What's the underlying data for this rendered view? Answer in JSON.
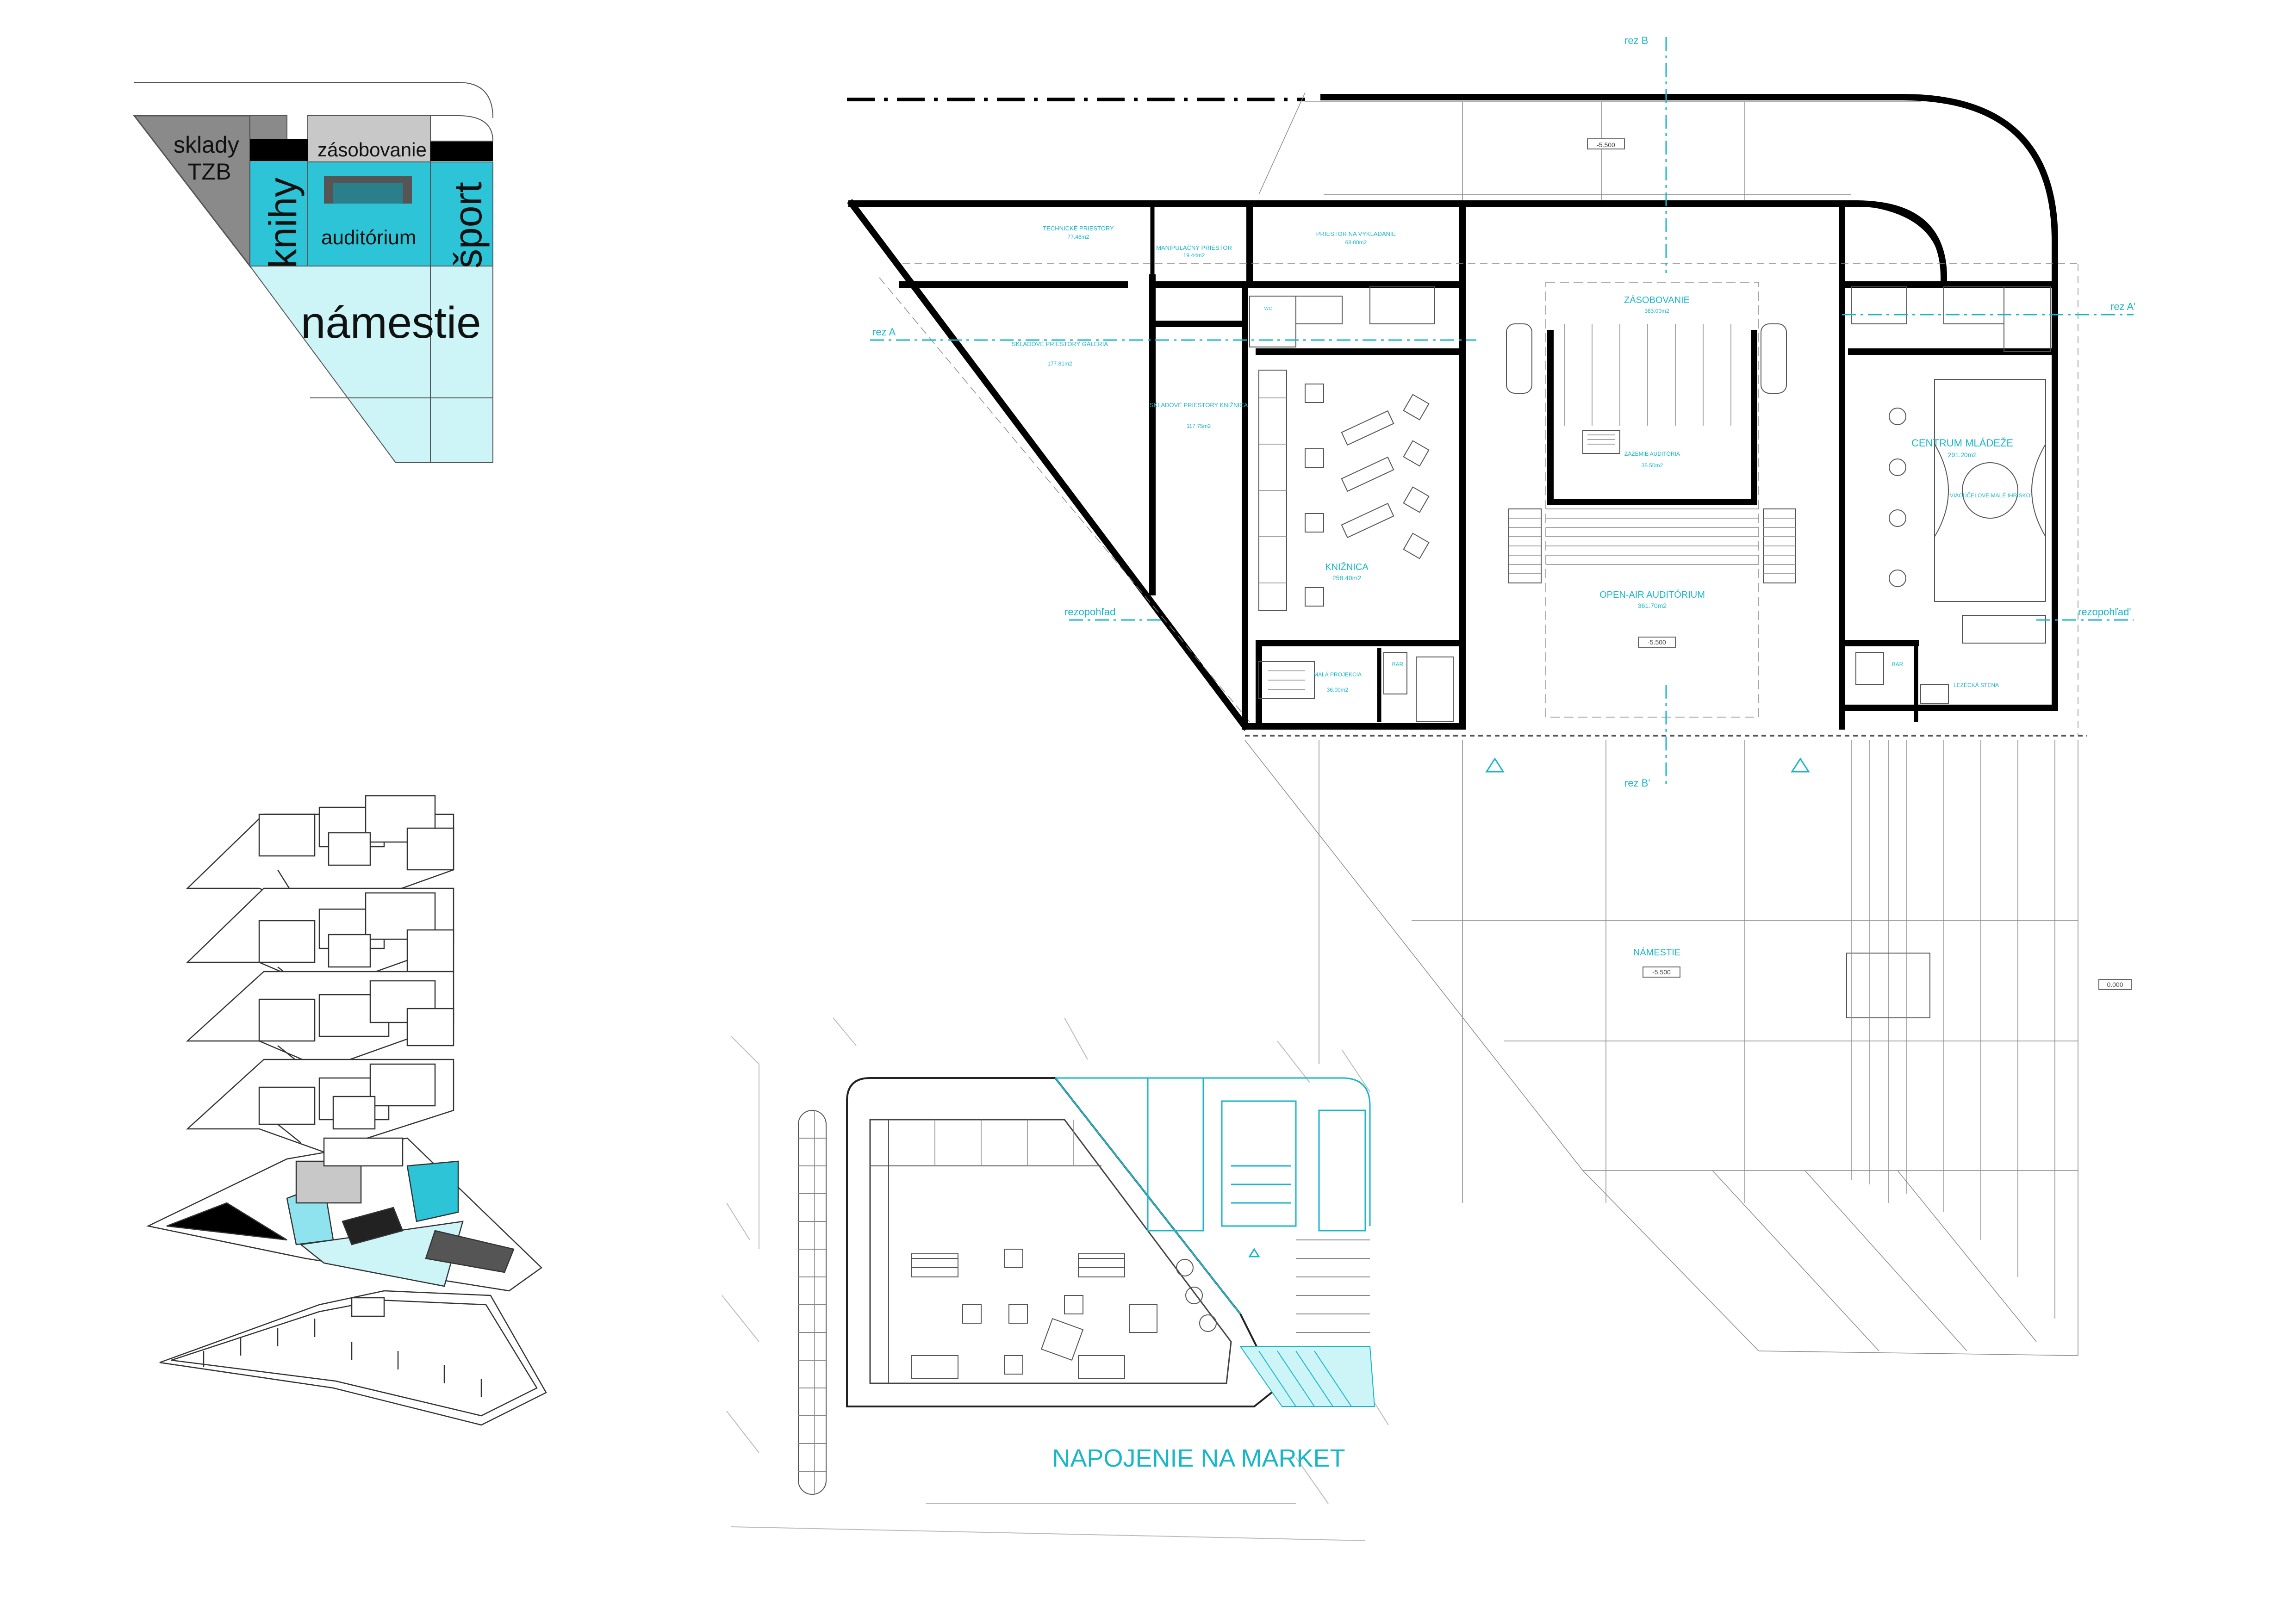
{
  "diagram": {
    "zones": {
      "sklady": "sklady",
      "tzb": "TZB",
      "zasobovanie": "zásobovanie",
      "knihy": "knihy",
      "auditorium": "auditórium",
      "sport": "šport",
      "namestie": "námestie"
    },
    "plan": {
      "rooms": {
        "technicke": "TECHNICKÉ PRIESTORY",
        "technicke_area": "77.46m2",
        "manipulacny": "MANIPULAČNÝ PRIESTOR",
        "manipulacny_area": "19.44m2",
        "vykladanie": "PRIESTOR NA VYKLADANIE",
        "vykladanie_area": "68.00m2",
        "galeria": "SKLADOVÉ PRIESTORY GALÉRIA",
        "galeria_area": "177.81m2",
        "kniznica_sklad": "SKLADOVÉ PRIESTORY KNIŽNICA",
        "kniznica_sklad_area": "117.75m2",
        "zasobovanie": "ZÁSOBOVANIE",
        "zasobovanie_area": "383.00m2",
        "zazemie": "ZÁZEMIE AUDITÓRIA",
        "zazemie_area": "35.50m2",
        "kniznica": "KNIŽNICA",
        "kniznica_area": "258.40m2",
        "open_air": "OPEN-AIR AUDITÓRIUM",
        "open_air_area": "361.70m2",
        "mala_projekcia": "MALÁ PROJEKCIA",
        "mala_projekcia_area": "36.00m2",
        "bar1": "BAR",
        "bar2": "BAR",
        "centrum": "CENTRUM MLÁDEŽE",
        "centrum_area": "291.20m2",
        "viacucelove": "VIACÚČELOVÉ MALÉ IHRISKO",
        "lezecka": "LEZECKÁ STENA",
        "wc": "WC",
        "namestie": "NÁMESTIE"
      },
      "levels": {
        "l1": "-5.500",
        "l2": "-5.500",
        "l3": "-5.500",
        "l4": "0.000"
      },
      "sections": {
        "rez_a_left": "rez A",
        "rez_a_right": "rez A'",
        "rez_b_top": "rez B",
        "rez_b_bottom": "rez B'",
        "rezopohlad_left": "rezopohľad",
        "rezopohlad_right": "rezopohľad'"
      }
    },
    "site": {
      "title": "NAPOJENIE NA MARKET"
    },
    "colors": {
      "cyan": "#19b6c8",
      "light_cyan": "#cdf4f6",
      "mid_cyan": "#2cc4d6",
      "grey": "#8a8a8a",
      "light_grey": "#c8c8c8"
    }
  }
}
